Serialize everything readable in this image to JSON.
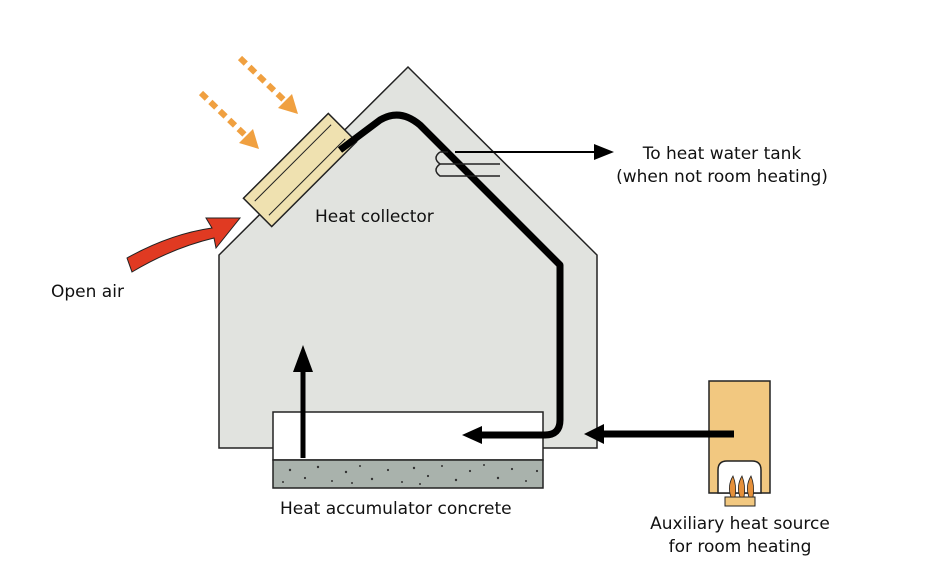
{
  "labels": {
    "heat_collector": "Heat collector",
    "open_air": "Open air",
    "to_tank_line1": "To heat water tank",
    "to_tank_line2": "(when not room heating)",
    "accumulator": "Heat accumulator concrete",
    "aux_line1": "Auxiliary heat source",
    "aux_line2": "for room heating"
  },
  "colors": {
    "house_fill": "#e1e3df",
    "collector_fill": "#efe1b0",
    "sun_arrow": "#f0a040",
    "air_arrow": "#e03a22",
    "aux_fill": "#f2c880",
    "concrete_fill": "#a9b2ac",
    "pipe": "#000000"
  }
}
